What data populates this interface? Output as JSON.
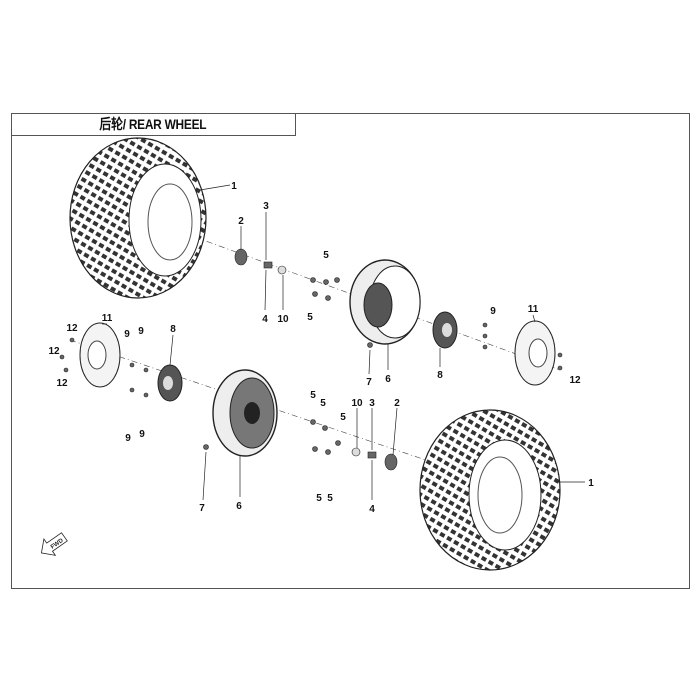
{
  "diagram": {
    "title": "后轮/ REAR WHEEL",
    "direction_arrow_label": "FWD",
    "callouts": [
      "1",
      "1",
      "2",
      "2",
      "3",
      "3",
      "4",
      "4",
      "10",
      "10",
      "5",
      "5",
      "5",
      "5",
      "5",
      "5",
      "5",
      "7",
      "7",
      "6",
      "6",
      "8",
      "8",
      "9",
      "9",
      "9",
      "9",
      "9",
      "11",
      "11",
      "12",
      "12",
      "12",
      "12"
    ]
  }
}
